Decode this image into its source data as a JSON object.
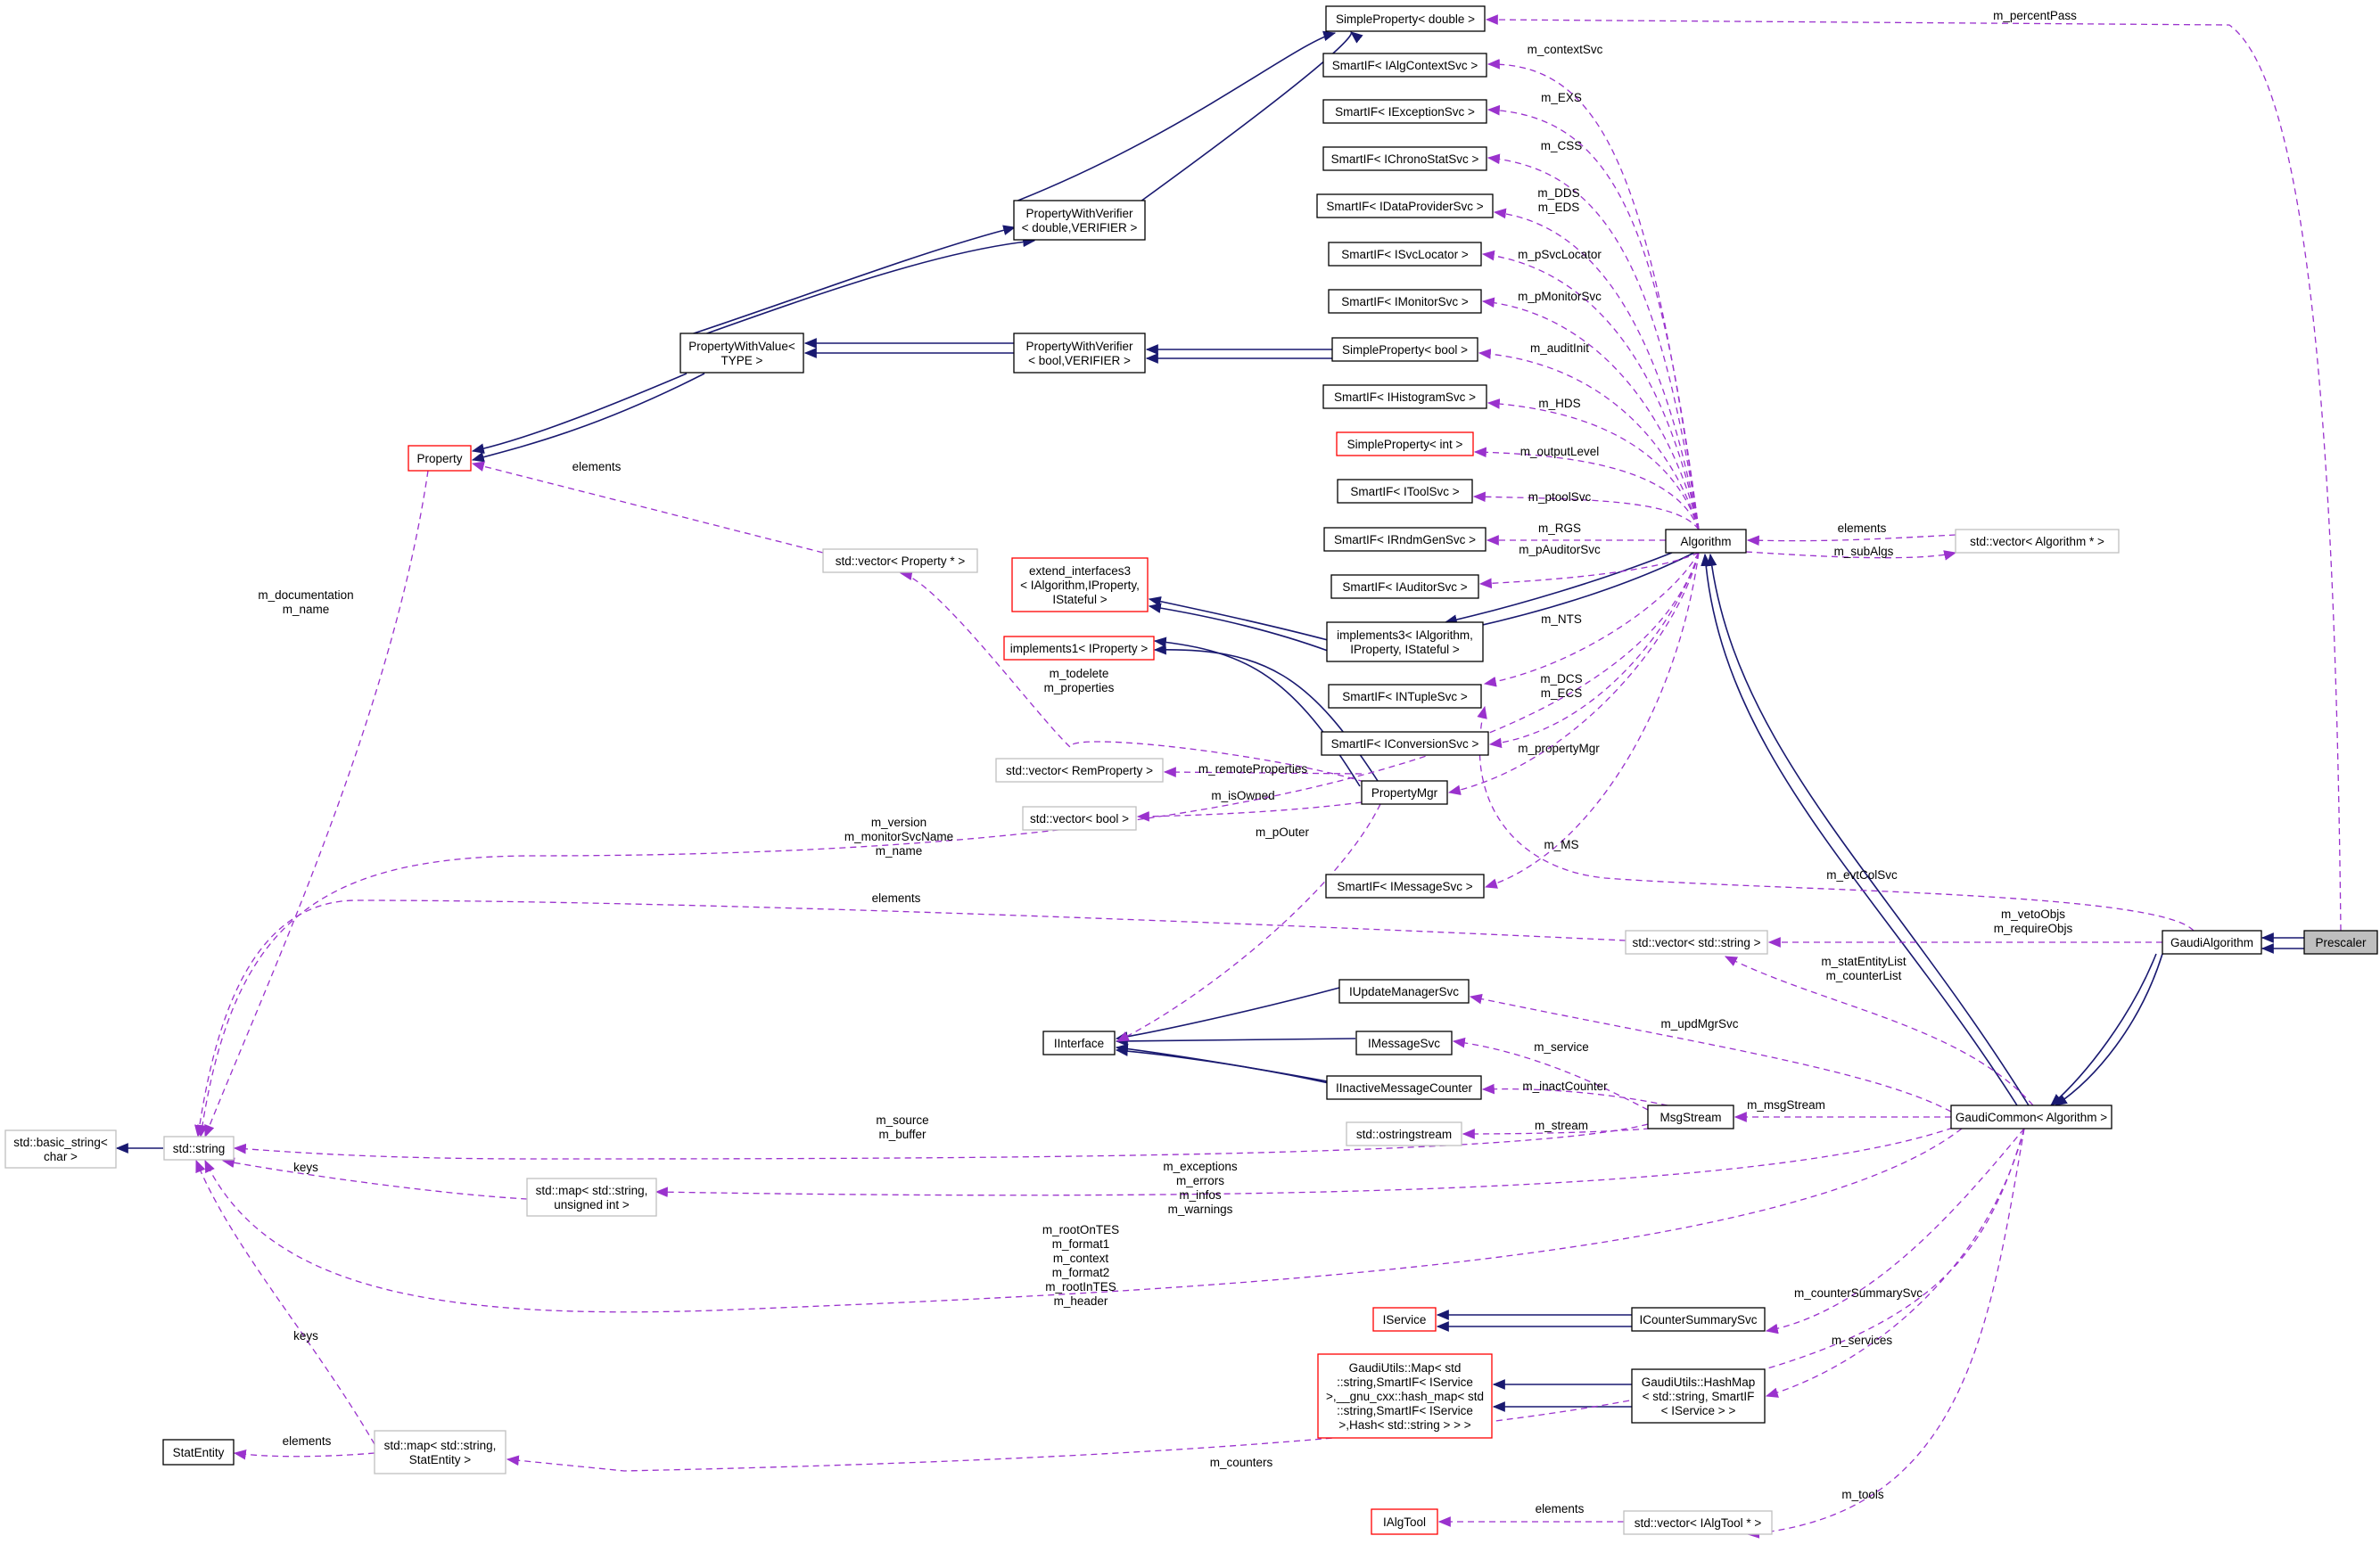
{
  "diagram": {
    "colors": {
      "inherit": "#191970",
      "usage": "#9a32cd",
      "box_border_black": "#000000",
      "box_border_red": "#ff0000",
      "box_border_gray": "#bfbfbf",
      "highlight_fill": "#bfbfbf"
    },
    "nodes": {
      "simple_double": {
        "lines": [
          "SimpleProperty< double >"
        ]
      },
      "si_algcontext": {
        "lines": [
          "SmartIF< IAlgContextSvc >"
        ]
      },
      "si_exception": {
        "lines": [
          "SmartIF< IExceptionSvc >"
        ]
      },
      "si_chrono": {
        "lines": [
          "SmartIF< IChronoStatSvc >"
        ]
      },
      "si_dataprovider": {
        "lines": [
          "SmartIF< IDataProviderSvc >"
        ]
      },
      "si_svclocator": {
        "lines": [
          "SmartIF< ISvcLocator >"
        ]
      },
      "si_monitor": {
        "lines": [
          "SmartIF< IMonitorSvc >"
        ]
      },
      "simple_bool": {
        "lines": [
          "SimpleProperty< bool >"
        ]
      },
      "si_histogram": {
        "lines": [
          "SmartIF< IHistogramSvc >"
        ]
      },
      "simple_int": {
        "lines": [
          "SimpleProperty< int >"
        ]
      },
      "si_tool": {
        "lines": [
          "SmartIF< IToolSvc >"
        ]
      },
      "si_rndm": {
        "lines": [
          "SmartIF< IRndmGenSvc >"
        ]
      },
      "si_auditor": {
        "lines": [
          "SmartIF< IAuditorSvc >"
        ]
      },
      "implements3": {
        "lines": [
          "implements3< IAlgorithm,",
          "IProperty, IStateful >"
        ]
      },
      "si_ntuple": {
        "lines": [
          "SmartIF< INTupleSvc >"
        ]
      },
      "si_conversion": {
        "lines": [
          "SmartIF< IConversionSvc >"
        ]
      },
      "si_message": {
        "lines": [
          "SmartIF< IMessageSvc >"
        ]
      },
      "algorithm": {
        "lines": [
          "Algorithm"
        ]
      },
      "vec_algorithm": {
        "lines": [
          "std::vector< Algorithm * >"
        ]
      },
      "pwv_double": {
        "lines": [
          "PropertyWithVerifier",
          "< double,VERIFIER >"
        ]
      },
      "pwv_bool": {
        "lines": [
          "PropertyWithVerifier",
          "< bool,VERIFIER >"
        ]
      },
      "pwvalue": {
        "lines": [
          "PropertyWithValue<",
          "TYPE >"
        ]
      },
      "property": {
        "lines": [
          "Property"
        ]
      },
      "vec_property": {
        "lines": [
          "std::vector< Property * >"
        ]
      },
      "extend_interfaces3": {
        "lines": [
          "extend_interfaces3",
          "< IAlgorithm,IProperty,",
          "IStateful >"
        ]
      },
      "implements1": {
        "lines": [
          "implements1< IProperty >"
        ]
      },
      "vec_remprop": {
        "lines": [
          "std::vector< RemProperty >"
        ]
      },
      "propertymgr": {
        "lines": [
          "PropertyMgr"
        ]
      },
      "vec_bool": {
        "lines": [
          "std::vector< bool >"
        ]
      },
      "vec_string": {
        "lines": [
          "std::vector< std::string >"
        ]
      },
      "gaudialgorithm": {
        "lines": [
          "GaudiAlgorithm"
        ]
      },
      "prescaler": {
        "lines": [
          "Prescaler"
        ]
      },
      "iupdatemanagersvc": {
        "lines": [
          "IUpdateManagerSvc"
        ]
      },
      "iinterface": {
        "lines": [
          "IInterface"
        ]
      },
      "imessagesvc": {
        "lines": [
          "IMessageSvc"
        ]
      },
      "iinactivemessagecounter": {
        "lines": [
          "IInactiveMessageCounter"
        ]
      },
      "ostringstream": {
        "lines": [
          "std::ostringstream"
        ]
      },
      "msgstream": {
        "lines": [
          "MsgStream"
        ]
      },
      "gaudicommon": {
        "lines": [
          "GaudiCommon< Algorithm >"
        ]
      },
      "basic_string": {
        "lines": [
          "std::basic_string<",
          "char >"
        ]
      },
      "std_string": {
        "lines": [
          "std::string"
        ]
      },
      "map_uint": {
        "lines": [
          "std::map< std::string,",
          "unsigned int >"
        ]
      },
      "iservice": {
        "lines": [
          "IService"
        ]
      },
      "icountersummarysvc": {
        "lines": [
          "ICounterSummarySvc"
        ]
      },
      "gu_map": {
        "lines": [
          "GaudiUtils::Map< std",
          "::string,SmartIF< IService",
          ">,__gnu_cxx::hash_map< std",
          "::string,SmartIF< IService",
          ">,Hash< std::string > > >"
        ]
      },
      "gu_hashmap": {
        "lines": [
          "GaudiUtils::HashMap",
          "< std::string, SmartIF",
          "< IService > >"
        ]
      },
      "statentity": {
        "lines": [
          "StatEntity"
        ]
      },
      "map_statentity": {
        "lines": [
          "std::map< std::string,",
          "StatEntity >"
        ]
      },
      "ialgtool": {
        "lines": [
          "IAlgTool"
        ]
      },
      "vec_algtool": {
        "lines": [
          "std::vector< IAlgTool * >"
        ]
      }
    },
    "edge_labels": {
      "percentpass": [
        "m_percentPass"
      ],
      "contextsvc": [
        "m_contextSvc"
      ],
      "exs": [
        "m_EXS"
      ],
      "css": [
        "m_CSS"
      ],
      "dds": [
        "m_DDS",
        "m_EDS"
      ],
      "psvclocator": [
        "m_pSvcLocator"
      ],
      "pmonitorsvc": [
        "m_pMonitorSvc"
      ],
      "auditinit": [
        "m_auditInit"
      ],
      "hds": [
        "m_HDS"
      ],
      "outputlevel": [
        "m_outputLevel"
      ],
      "ptoolsvc": [
        "m_ptoolSvc"
      ],
      "rgs": [
        "m_RGS"
      ],
      "pauditorsvc": [
        "m_pAuditorSvc"
      ],
      "nts": [
        "m_NTS"
      ],
      "dcs": [
        "m_DCS",
        "m_ECS"
      ],
      "propertymgr": [
        "m_propertyMgr"
      ],
      "ms": [
        "m_MS"
      ],
      "alg_elements": [
        "elements"
      ],
      "subalgs": [
        "m_subAlgs"
      ],
      "prop_elements": [
        "elements"
      ],
      "doc_name": [
        "m_documentation",
        "m_name"
      ],
      "todelete": [
        "m_todelete",
        "m_properties"
      ],
      "remoteprops": [
        "m_remoteProperties"
      ],
      "isowned": [
        "m_isOwned"
      ],
      "version": [
        "m_version",
        "m_monitorSvcName",
        "m_name"
      ],
      "pouter": [
        "m_pOuter"
      ],
      "evtcolsvc": [
        "m_evtColSvc"
      ],
      "str_elements": [
        "elements"
      ],
      "vetoobjs": [
        "m_vetoObjs",
        "m_requireObjs"
      ],
      "statentitylist": [
        "m_statEntityList",
        "m_counterList"
      ],
      "updmgrsvc": [
        "m_updMgrSvc"
      ],
      "service": [
        "m_service"
      ],
      "inactcounter": [
        "m_inactCounter"
      ],
      "msgstream": [
        "m_msgStream"
      ],
      "source_buffer": [
        "m_source",
        "m_buffer"
      ],
      "stream": [
        "m_stream"
      ],
      "keys1": [
        "keys"
      ],
      "exceptions": [
        "m_exceptions",
        "m_errors",
        "m_infos",
        "m_warnings"
      ],
      "rootontes": [
        "m_rootOnTES",
        "m_format1",
        "m_context",
        "m_format2",
        "m_rootInTES",
        "m_header"
      ],
      "countersummarysvc": [
        "m_counterSummarySvc"
      ],
      "services": [
        "m_services"
      ],
      "keys2": [
        "keys"
      ],
      "stat_elements": [
        "elements"
      ],
      "counters": [
        "m_counters"
      ],
      "tools": [
        "m_tools"
      ],
      "tool_elements": [
        "elements"
      ]
    }
  }
}
